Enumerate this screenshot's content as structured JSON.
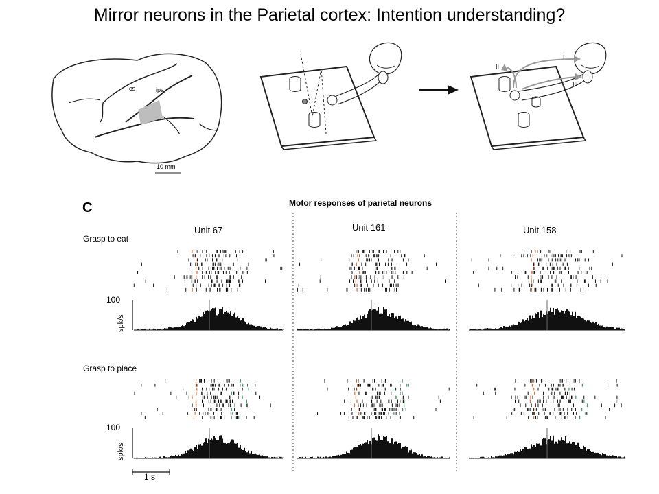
{
  "title": "Mirror neurons in the Parietal cortex: Intention understanding?",
  "brain": {
    "cs_label": "cs",
    "ips_label": "ips",
    "scale_label": "10 mm"
  },
  "task": {
    "path_labels": [
      "II",
      "I",
      "III"
    ]
  },
  "figure": {
    "panel_letter": "C",
    "panel_title": "Motor responses of parietal neurons",
    "units": [
      "Unit 67",
      "Unit 161",
      "Unit 158"
    ],
    "conditions": [
      "Grasp to eat",
      "Grasp to place"
    ],
    "y_axis_label": "spk/s",
    "y_max_label": "100",
    "time_scale_label": "1 s"
  }
}
